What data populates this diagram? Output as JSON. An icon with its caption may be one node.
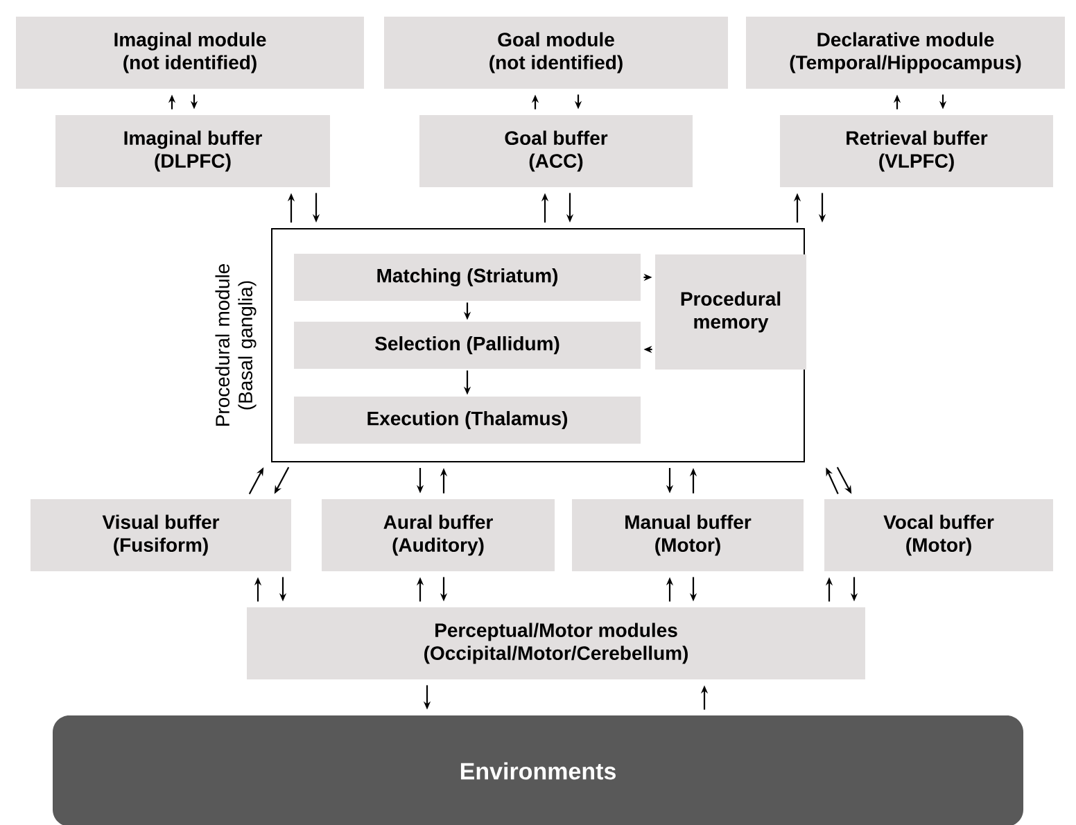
{
  "diagram": {
    "nodes": [
      {
        "text": [
          "Imaginal module (not identified)"
        ]
      },
      {
        "text": [
          "Goal module (not identified)"
        ]
      },
      {
        "text": [
          "Declarative module (Temporal/Hippocampus)"
        ]
      },
      {
        "text": [
          "Imaginal buffer (DLPFC)"
        ]
      },
      {
        "text": [
          "Goal buffer (ACC)"
        ]
      },
      {
        "text": [
          "Retrieval buffer (VLPFC)"
        ]
      },
      {
        "text": [
          "Procedural module (Basal ganglia)"
        ]
      },
      {
        "text": [
          "Matching (Striatum)"
        ],
        "in": 6
      },
      {
        "text": [
          "Selection (Pallidum)"
        ],
        "in": 6
      },
      {
        "text": [
          "Execution (Thalamus)"
        ],
        "in": 6
      },
      {
        "text": [
          "Procedural memory"
        ],
        "in": 6
      },
      {
        "text": [
          "Visual buffer (Fusiform)"
        ]
      },
      {
        "text": [
          "Aural buffer (Auditory)"
        ]
      },
      {
        "text": [
          "Manual buffer (Motor)"
        ]
      },
      {
        "text": [
          "Vocal buffer (Motor)"
        ]
      },
      {
        "text": [
          "Perceptual/Motor modules (Occipital/Motor/Cerebellum)"
        ]
      },
      {
        "text": [
          "Environments"
        ]
      }
    ],
    "edges": [
      {
        "from": 3,
        "to": 0,
        "arrow": "to"
      },
      {
        "from": 0,
        "to": 3,
        "arrow": "to"
      },
      {
        "from": 4,
        "to": 1,
        "arrow": "to"
      },
      {
        "from": 1,
        "to": 4,
        "arrow": "to"
      },
      {
        "from": 5,
        "to": 2,
        "arrow": "to"
      },
      {
        "from": 2,
        "to": 5,
        "arrow": "to"
      },
      {
        "from": 6,
        "to": 3,
        "arrow": "to"
      },
      {
        "from": 3,
        "to": 6,
        "arrow": "to"
      },
      {
        "from": 6,
        "to": 4,
        "arrow": "to"
      },
      {
        "from": 4,
        "to": 6,
        "arrow": "to"
      },
      {
        "from": 6,
        "to": 5,
        "arrow": "to"
      },
      {
        "from": 5,
        "to": 6,
        "arrow": "to"
      },
      {
        "from": 7,
        "to": 8,
        "arrow": "to"
      },
      {
        "from": 8,
        "to": 9,
        "arrow": "to"
      },
      {
        "from": 7,
        "to": 10,
        "arrow": "to"
      },
      {
        "from": 10,
        "to": 8,
        "arrow": "to"
      },
      {
        "from": 11,
        "to": 6,
        "arrow": "to"
      },
      {
        "from": 6,
        "to": 11,
        "arrow": "to"
      },
      {
        "from": 6,
        "to": 12,
        "arrow": "to"
      },
      {
        "from": 12,
        "to": 6,
        "arrow": "to"
      },
      {
        "from": 6,
        "to": 13,
        "arrow": "to"
      },
      {
        "from": 13,
        "to": 6,
        "arrow": "to"
      },
      {
        "from": 14,
        "to": 6,
        "arrow": "to"
      },
      {
        "from": 6,
        "to": 14,
        "arrow": "to"
      },
      {
        "from": 15,
        "to": 11,
        "arrow": "to"
      },
      {
        "from": 11,
        "to": 15,
        "arrow": "to"
      },
      {
        "from": 15,
        "to": 12,
        "arrow": "to"
      },
      {
        "from": 12,
        "to": 15,
        "arrow": "to"
      },
      {
        "from": 15,
        "to": 13,
        "arrow": "to"
      },
      {
        "from": 13,
        "to": 15,
        "arrow": "to"
      },
      {
        "from": 15,
        "to": 14,
        "arrow": "to"
      },
      {
        "from": 14,
        "to": 15,
        "arrow": "to"
      },
      {
        "from": 15,
        "to": 16,
        "arrow": "to"
      },
      {
        "from": 16,
        "to": 15,
        "arrow": "to"
      }
    ]
  }
}
